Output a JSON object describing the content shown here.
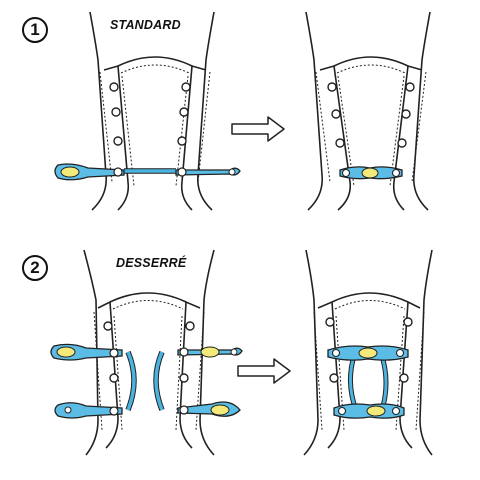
{
  "steps": [
    {
      "number": "1",
      "title": "STANDARD"
    },
    {
      "number": "2",
      "title": "DESSERRÉ"
    }
  ],
  "colors": {
    "lace": "#4ab3e0",
    "toggle_body": "#5bbde6",
    "toggle_center": "#f3ea7a",
    "outline": "#222222",
    "fabric": "#ffffff"
  },
  "icons": [
    "arrow-right-icon",
    "shoe-eyelet-panel",
    "lace-toggle-icon"
  ]
}
